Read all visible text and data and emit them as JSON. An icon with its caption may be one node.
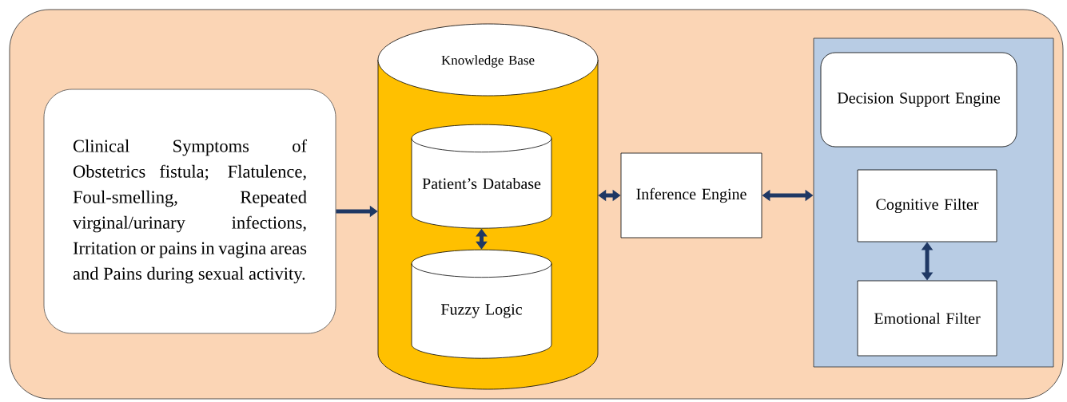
{
  "diagram": {
    "nodes": [
      {
        "text": [],
        "shape": "box"
      },
      {
        "text": [
          "Clinical Symptoms of Obstetrics fistula; Flatulence, Foul-smelling, Repeated virginal/urinary infections, Irritation or pains in vagina areas and Pains during sexual activity."
        ],
        "in": 0
      },
      {
        "text": [
          "Knowledge Base"
        ],
        "in": 0
      },
      {
        "text": [
          "Patient’s Database"
        ],
        "in": 2
      },
      {
        "text": [
          "Fuzzy Logic"
        ],
        "in": 2
      },
      {
        "text": [
          "Inference Engine"
        ],
        "in": 0
      },
      {
        "text": [],
        "shape": "box",
        "in": 0
      },
      {
        "text": [
          "Decision Support Engine"
        ],
        "in": 6
      },
      {
        "text": [
          "Cognitive Filter"
        ],
        "in": 6
      },
      {
        "text": [
          "Emotional Filter"
        ],
        "in": 6
      }
    ],
    "edges": [
      {
        "from": 1,
        "to": 2,
        "arrow": "to"
      },
      {
        "from": 2,
        "to": 5,
        "arrow": "both"
      },
      {
        "from": 5,
        "to": 6,
        "arrow": "both"
      },
      {
        "from": 3,
        "to": 4,
        "arrow": "both"
      },
      {
        "from": 8,
        "to": 9,
        "arrow": "both"
      }
    ]
  }
}
